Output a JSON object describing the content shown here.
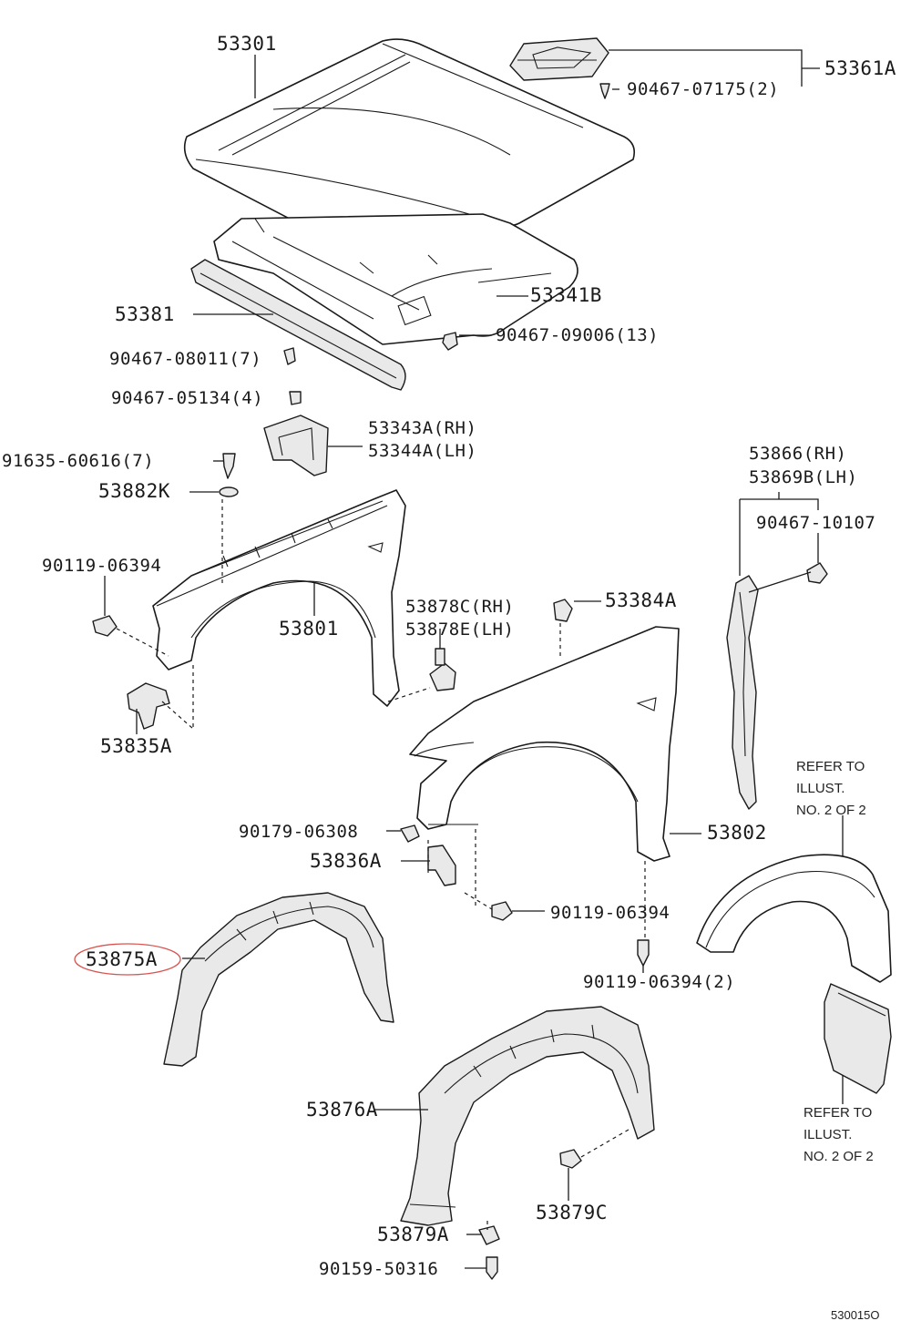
{
  "labels": {
    "hood": "53301",
    "hood_emblem": "53361A",
    "emblem_clip": "90467-07175(2)",
    "hood_seal": "53381",
    "hood_insulator": "53341B",
    "insulator_clip_13": "90467-09006(13)",
    "seal_clip_7": "90467-08011(7)",
    "seal_clip_4": "90467-05134(4)",
    "fender_bracket_rh": "53343A(RH)",
    "fender_bracket_lh": "53344A(LH)",
    "fender_bolt": "91635-60616(7)",
    "fender_washer": "53882K",
    "fender_bolt_lh": "90119-06394",
    "fender_lh": "53801",
    "clip_rh": "53878C(RH)",
    "clip_lh": "53878E(LH)",
    "fender_pad": "53384A",
    "fender_brace": "53835A",
    "seal_rh": "53866(RH)",
    "seal_lh": "53869B(LH)",
    "seal_clip": "90467-10107",
    "fender_rh": "53802",
    "screw_fender": "90179-06308",
    "brace_rh": "53836A",
    "bolt_lower": "90119-06394",
    "bolt_lower_2": "90119-06394(2)",
    "liner_lh": "53875A",
    "liner_rh": "53876A",
    "liner_clip_c": "53879C",
    "liner_clip_a": "53879A",
    "liner_screw": "90159-50316",
    "refer_note_1": "REFER TO\nILLUST.\nNO. 2 OF 2",
    "refer_note_2": "REFER TO\nILLUST.\nNO. 2 OF 2",
    "diagram_id": "530015O"
  },
  "refer_note_lines": {
    "line1": "REFER TO",
    "line2": "ILLUST.",
    "line3": "NO. 2 OF 2"
  }
}
